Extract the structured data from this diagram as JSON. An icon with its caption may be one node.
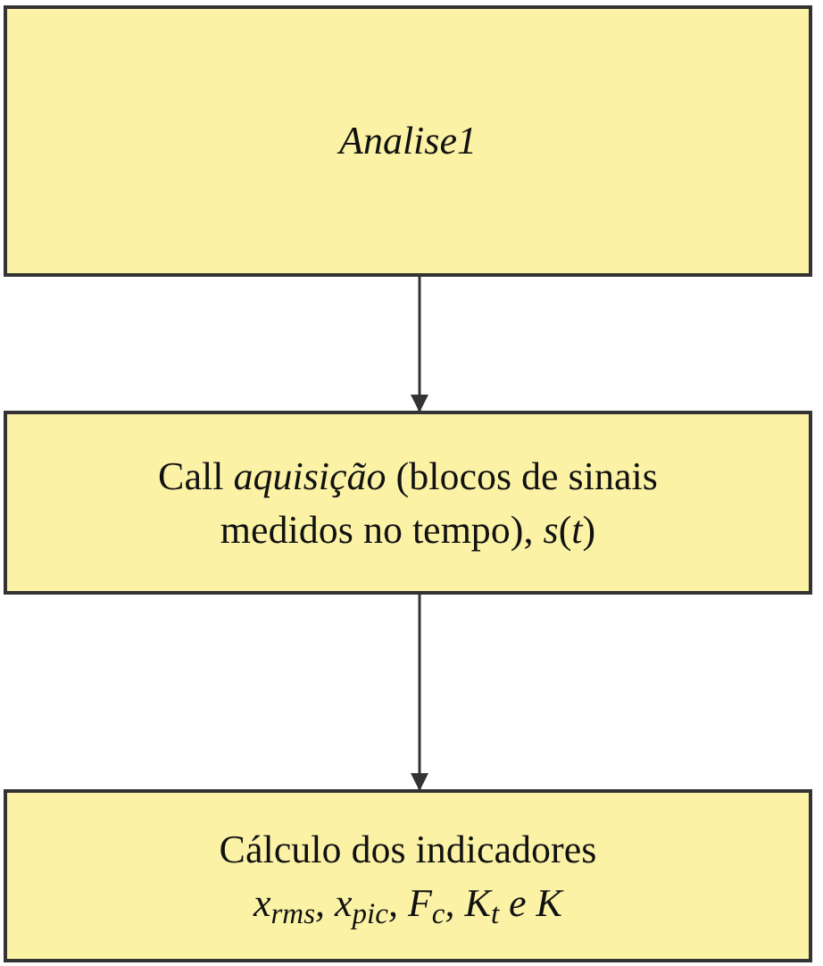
{
  "diagram": {
    "nodes": [
      {
        "text": [
          "Analise1"
        ]
      },
      {
        "text": [
          "Call *aquisição* (blocos de sinais medidos no tempo), *s*(*t*)"
        ]
      },
      {
        "text": [
          "Cálculo dos indicadores",
          "x$_{rms}$, x$_{pic}$, F$_{c}$, K$_{t}$ e K"
        ]
      }
    ],
    "edges": [
      {
        "from": 0,
        "to": 1,
        "arrow": "to"
      },
      {
        "from": 1,
        "to": 2,
        "arrow": "to"
      }
    ]
  }
}
